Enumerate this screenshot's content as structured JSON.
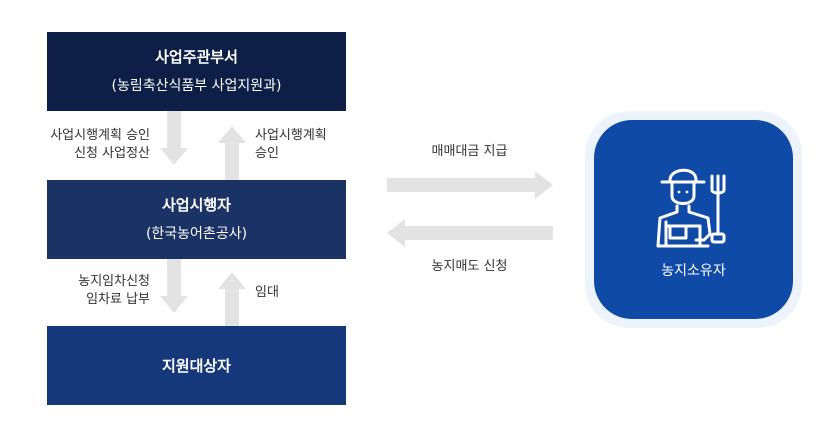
{
  "boxes": {
    "top": {
      "title": "사업주관부서",
      "subtitle": "(농림축산식품부 사업지원과)"
    },
    "middle": {
      "title": "사업시행자",
      "subtitle": "(한국농어촌공사)"
    },
    "bottom": {
      "title": "지원대상자"
    }
  },
  "flows": {
    "top_down_label": [
      "사업시행계획 승인",
      "신청 사업정산"
    ],
    "top_up_label": [
      "사업시행계획",
      "승인"
    ],
    "bottom_down_label": [
      "농지임차신청",
      "임차료 납부"
    ],
    "bottom_up_label": "임대",
    "right_label": "매매대금 지급",
    "left_label": "농지매도 신청"
  },
  "owner": {
    "label": "농지소유자",
    "icon": "farmer-icon"
  },
  "colors": {
    "top_box": "#0d1f47",
    "middle_box": "#1a3364",
    "bottom_box": "#15387a",
    "owner_box": "#0f4aa7",
    "owner_halo": "#edf3fb",
    "arrow": "#e3e3e3"
  }
}
